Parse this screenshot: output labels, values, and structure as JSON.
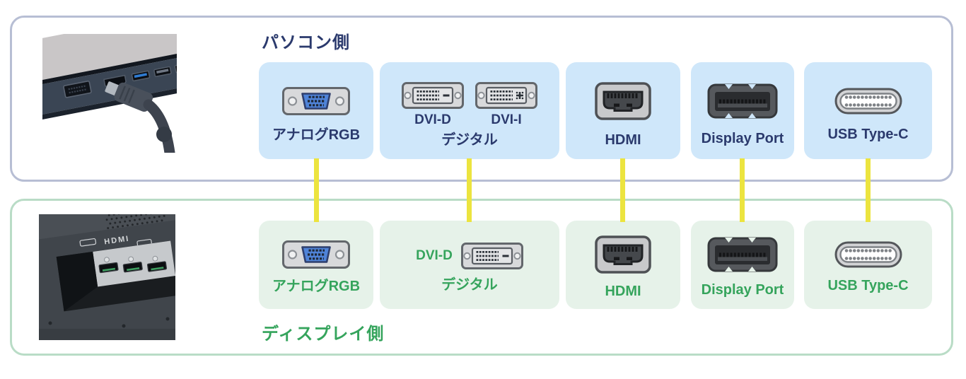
{
  "pc_side": {
    "title": "パソコン側",
    "cards": [
      {
        "label": "アナログRGB",
        "connector": "vga"
      },
      {
        "label": "デジタル",
        "sub_labels": [
          "DVI-D",
          "DVI-I"
        ],
        "connector": "dvi"
      },
      {
        "label": "HDMI",
        "connector": "hdmi"
      },
      {
        "label": "Display Port",
        "connector": "displayport"
      },
      {
        "label": "USB Type-C",
        "connector": "usb-c"
      }
    ]
  },
  "display_side": {
    "title": "ディスプレイ側",
    "photo_label": "HDMI",
    "cards": [
      {
        "label": "アナログRGB",
        "connector": "vga"
      },
      {
        "label": "デジタル",
        "sub_labels": [
          "DVI-D"
        ],
        "connector": "dvi"
      },
      {
        "label": "HDMI",
        "connector": "hdmi"
      },
      {
        "label": "Display Port",
        "connector": "displayport"
      },
      {
        "label": "USB Type-C",
        "connector": "usb-c"
      }
    ]
  },
  "connections": {
    "pairs": [
      "アナログRGB",
      "デジタル",
      "HDMI",
      "Display Port",
      "USB Type-C"
    ],
    "line_color": "#ece43f"
  },
  "icons": {
    "vga": "vga-connector-icon",
    "dvi_d": "dvi-d-connector-icon",
    "dvi_i": "dvi-i-connector-icon",
    "hdmi": "hdmi-connector-icon",
    "displayport": "displayport-connector-icon",
    "usb_c": "usb-c-connector-icon"
  },
  "colors": {
    "pc_panel_border": "#b7bed4",
    "pc_card_bg": "#cfe7fa",
    "pc_text": "#2b3a6d",
    "display_panel_border": "#b9dcc6",
    "display_card_bg": "#e6f2e9",
    "display_text": "#35a45c",
    "connection_line": "#ece43f",
    "vga_plug_blue": "#4f83d8"
  }
}
